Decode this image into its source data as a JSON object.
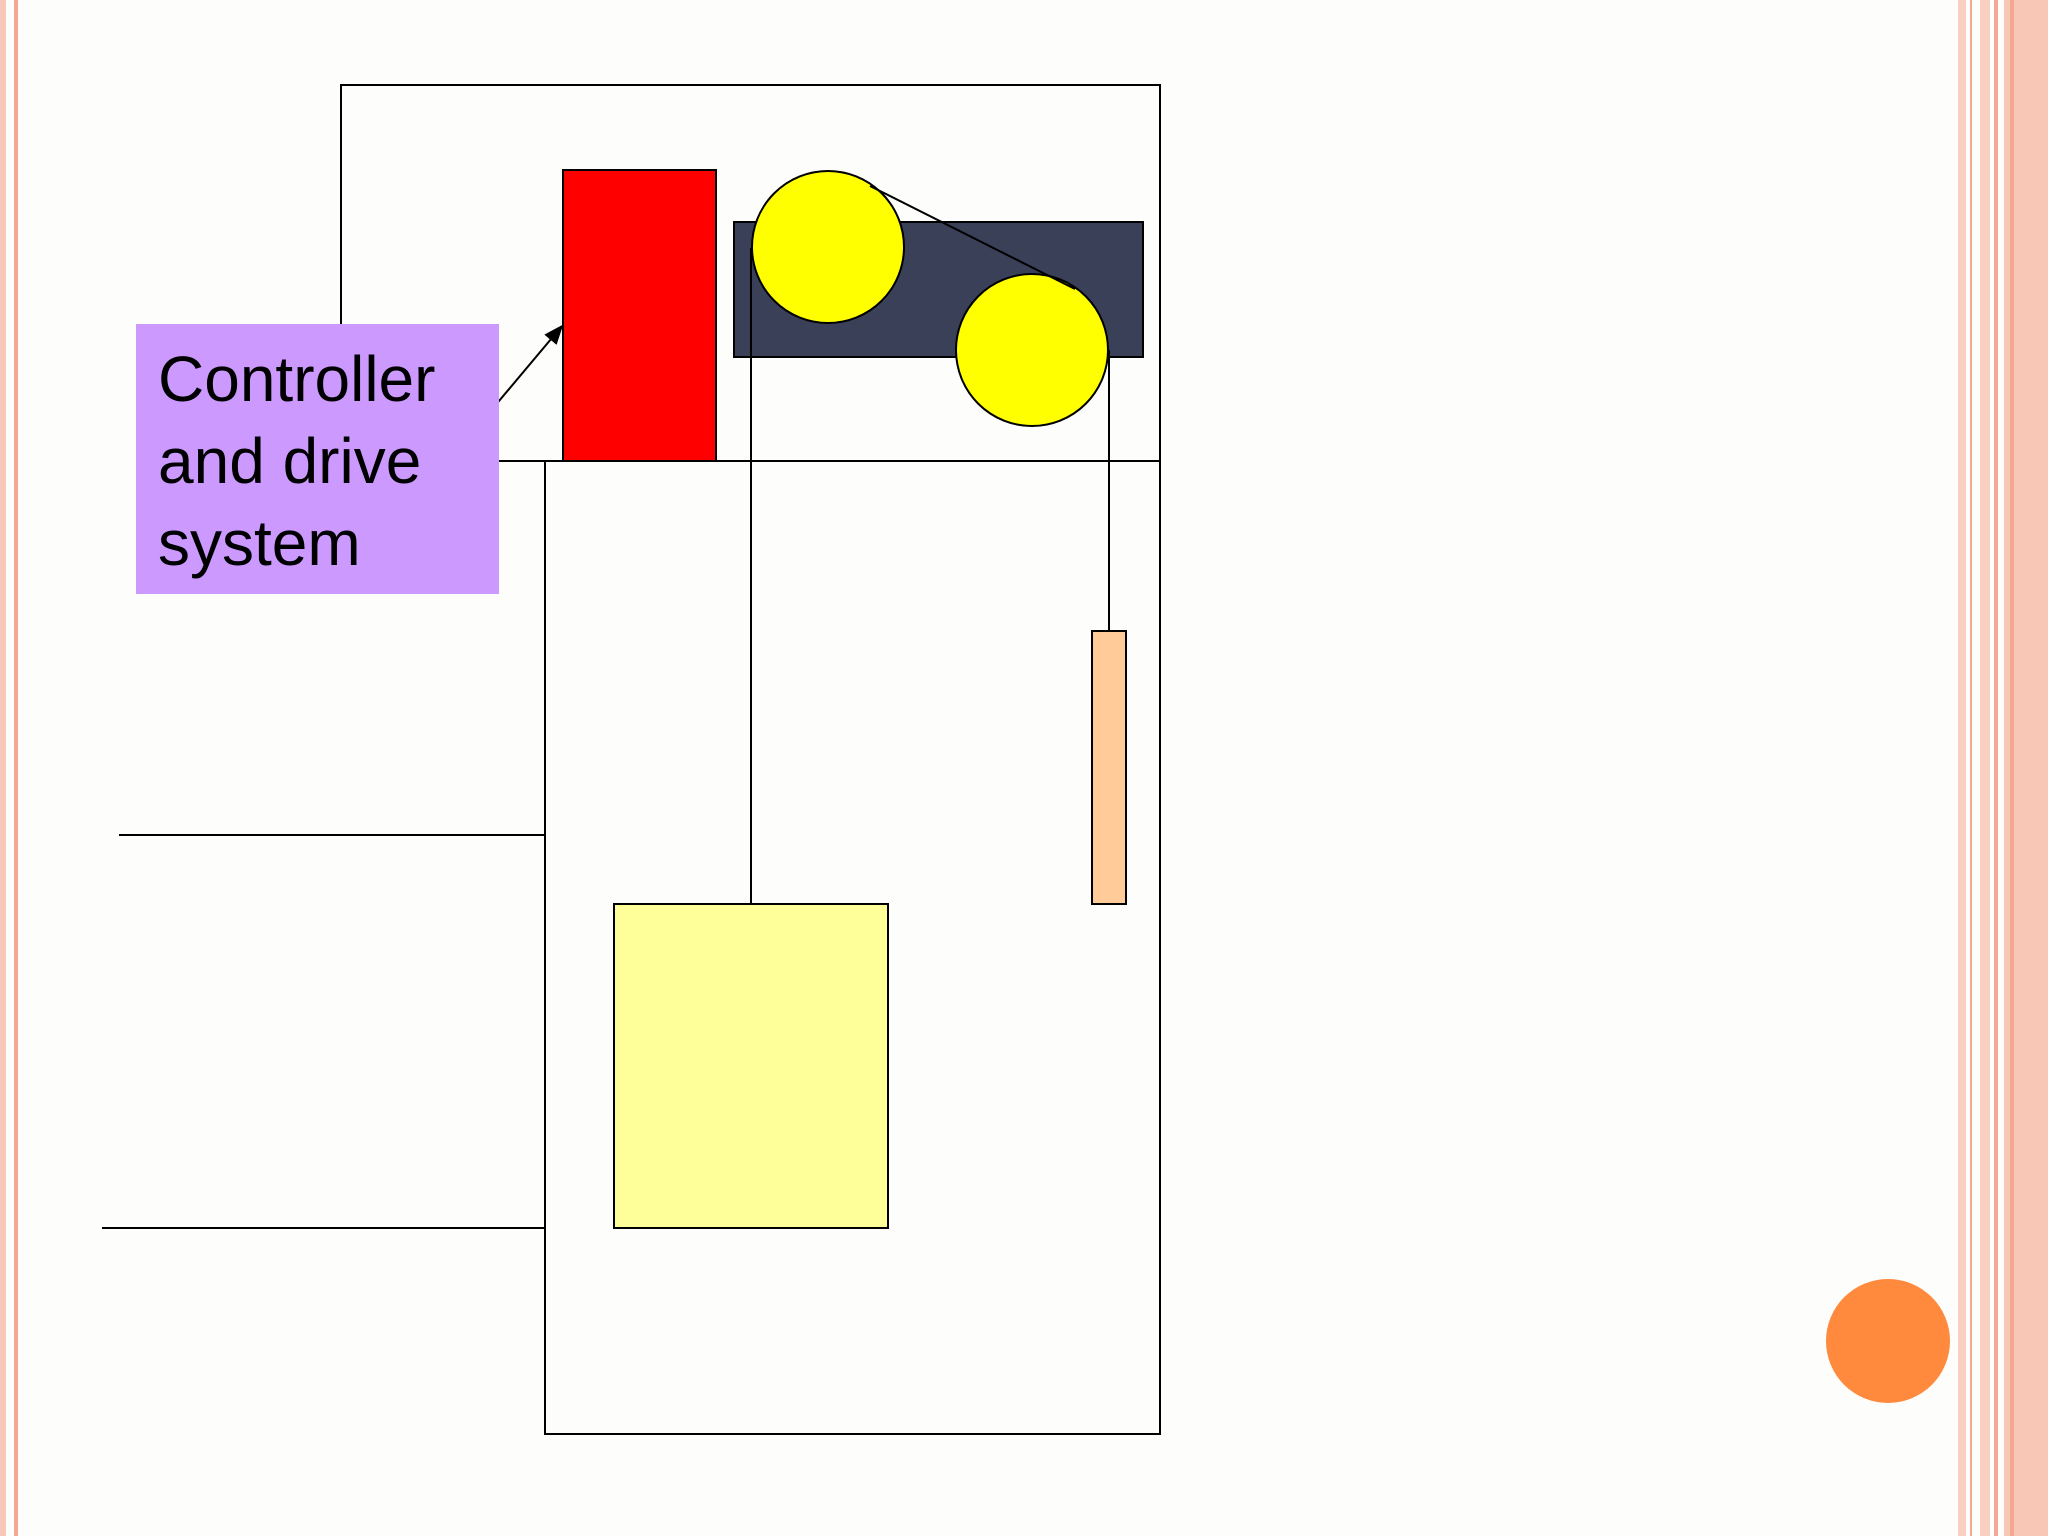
{
  "callout": {
    "lines": [
      "Controller",
      "and drive",
      "system"
    ]
  },
  "colors": {
    "background": "#fdfdfb",
    "controller_drive": "#ff0000",
    "machine_bed": "#3a4058",
    "sheave": "#ffff00",
    "elevator_car": "#ffff99",
    "counterweight": "#ffcc99",
    "callout_fill": "#cc99ff",
    "accent_dot": "#ff8a3d",
    "border_stripes": "#f4b9a7"
  }
}
